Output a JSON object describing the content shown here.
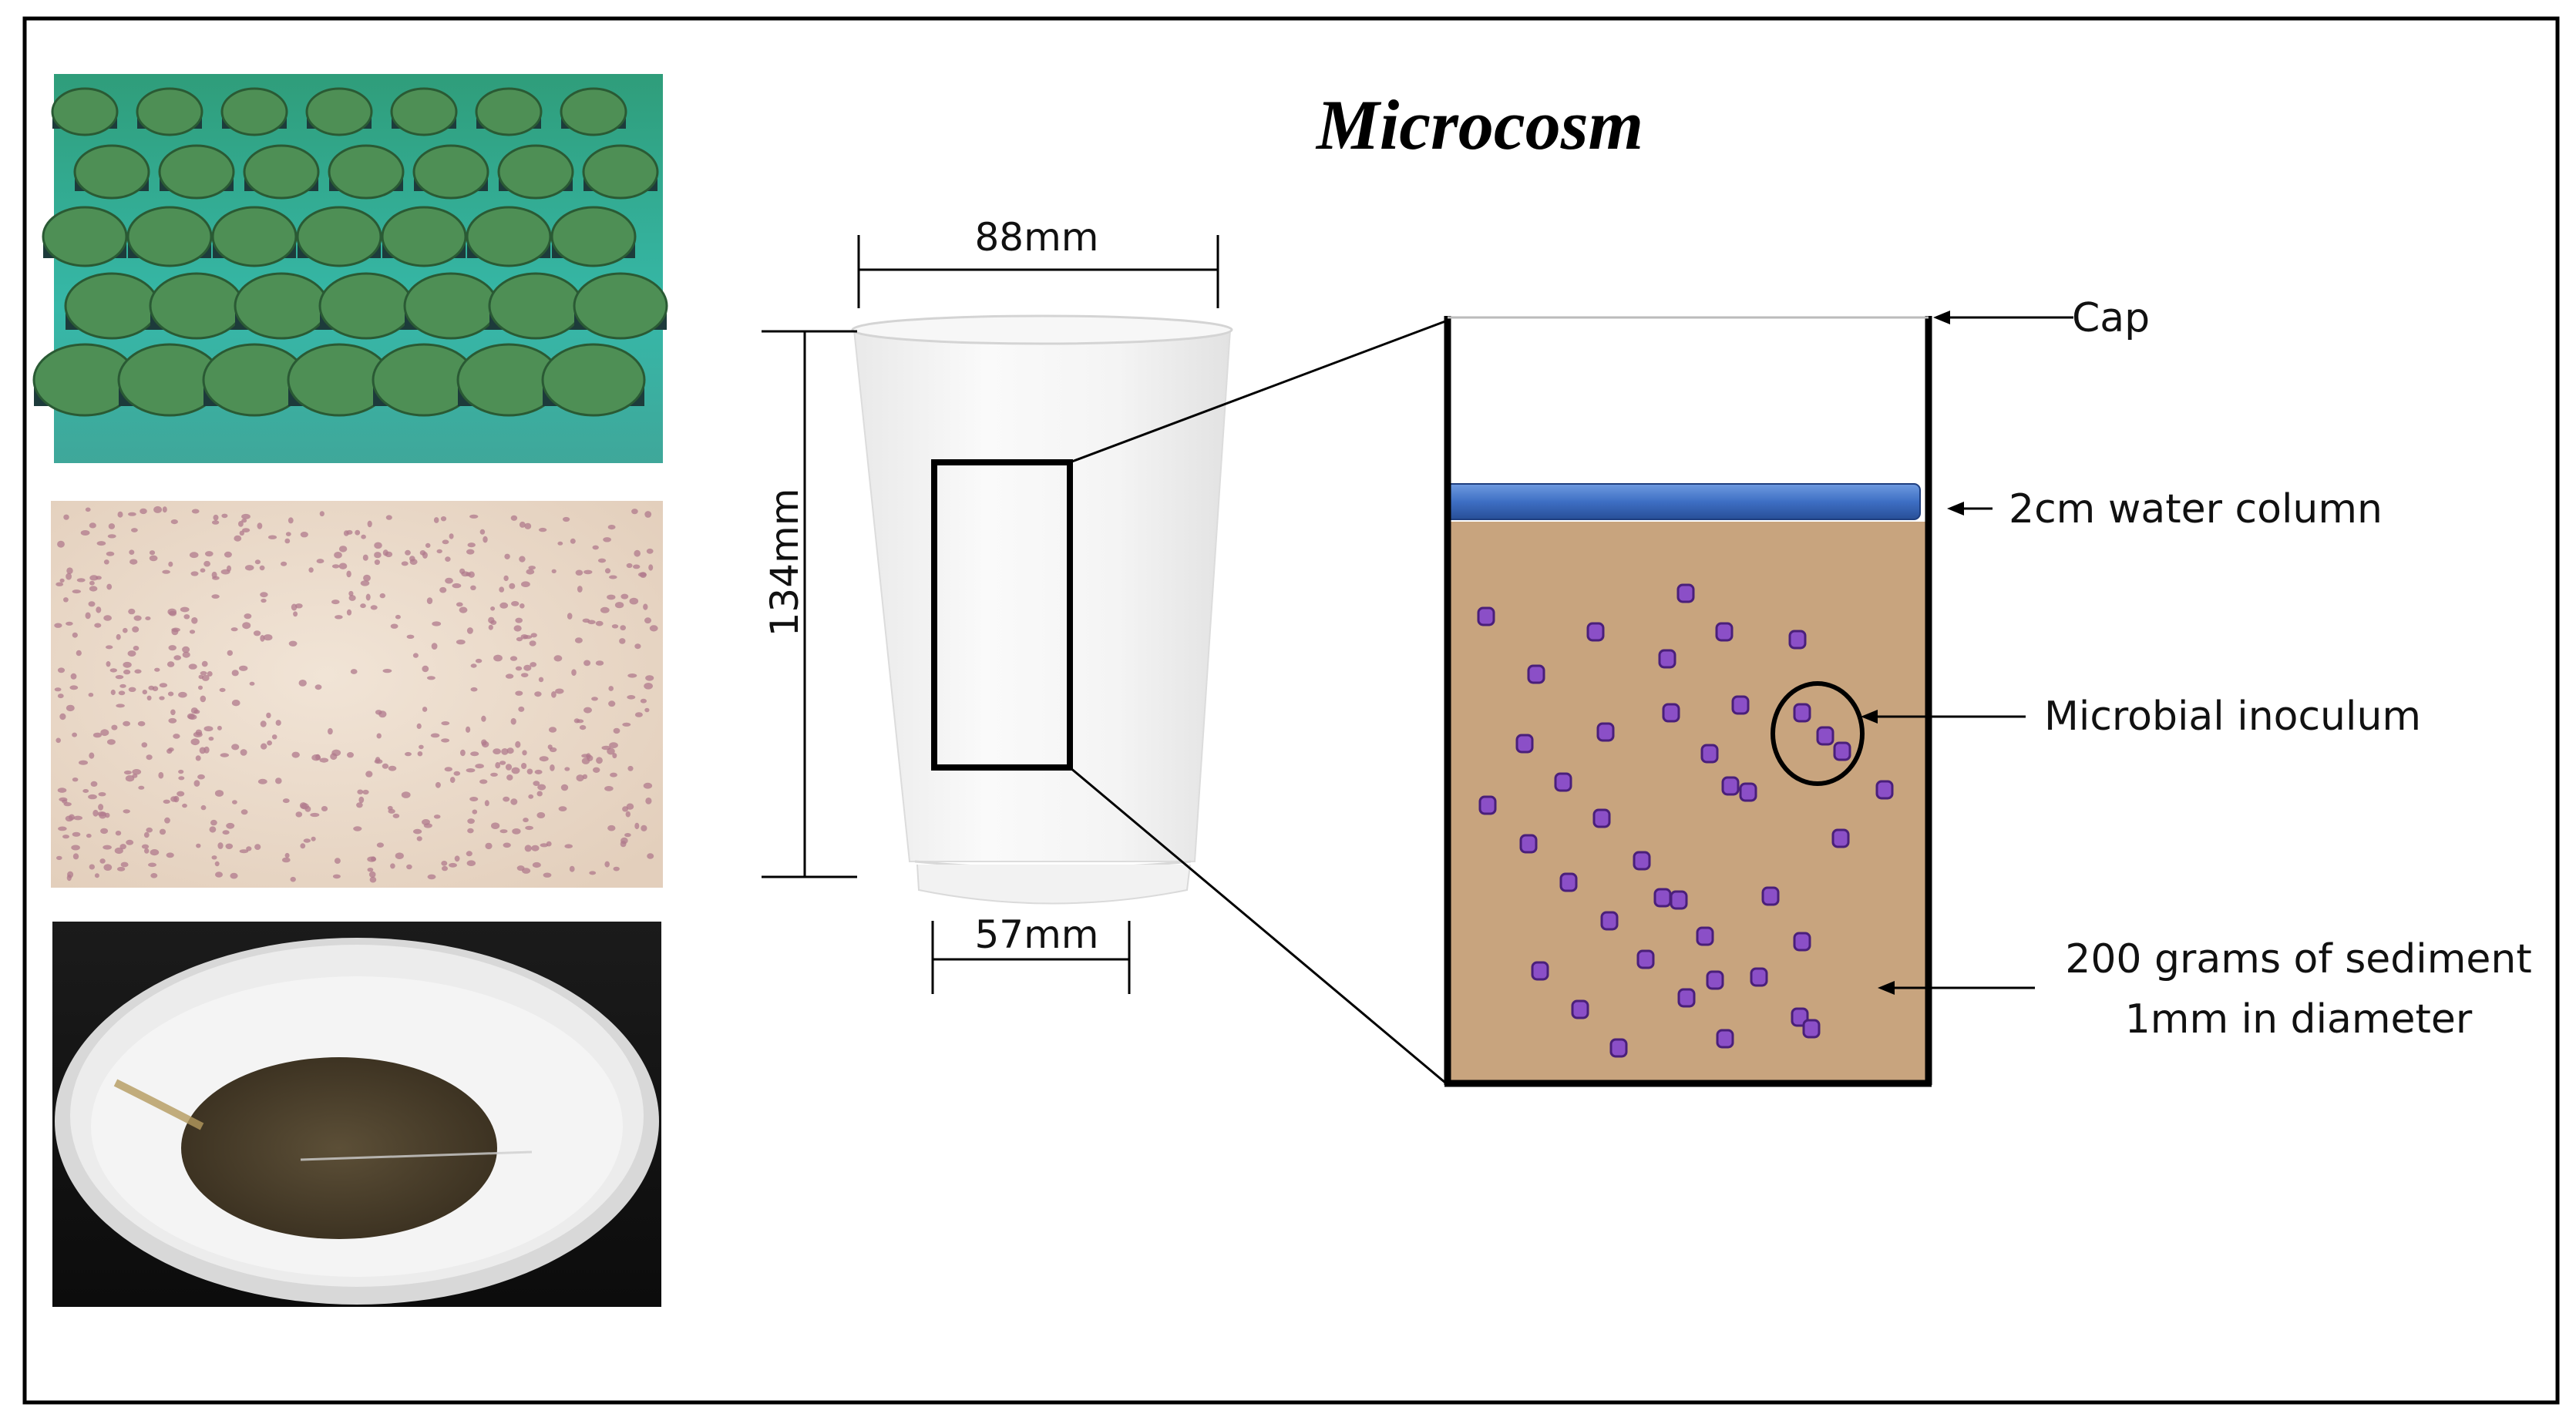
{
  "title": "Microcosm",
  "dimensions": {
    "top_width": "88mm",
    "height": "134mm",
    "bottom_width": "57mm"
  },
  "labels": {
    "cap": "Cap",
    "water": "2cm water column",
    "inoculum": "Microbial inoculum",
    "sediment_line1": "200 grams of sediment",
    "sediment_line2": "1mm in diameter"
  },
  "photos": [
    {
      "name": "microcosm-cups-photo"
    },
    {
      "name": "microscope-cells-photo"
    },
    {
      "name": "sediment-dish-photo"
    }
  ],
  "colors": {
    "sediment": "#c8a47e",
    "water": "#3e6fc4",
    "particle": "#8b4fc7",
    "frame": "#000000"
  }
}
